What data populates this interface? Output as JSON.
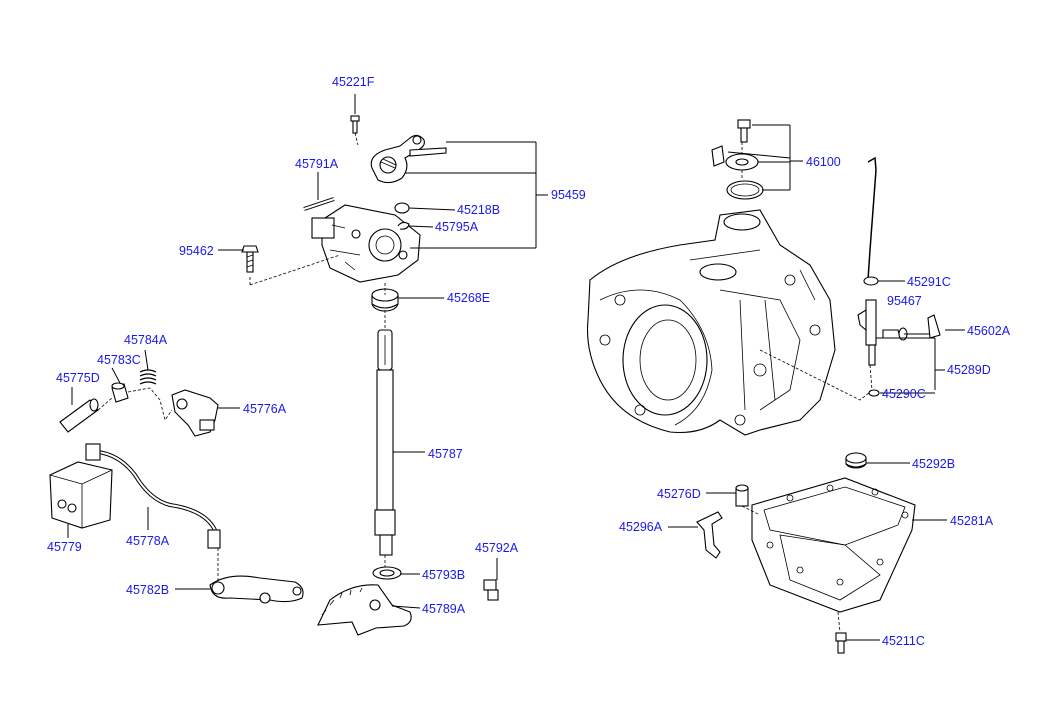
{
  "colors": {
    "label": "#1a1ae6",
    "line": "#000000",
    "background": "#ffffff"
  },
  "parts": {
    "p45221F": "45221F",
    "p45791A": "45791A",
    "p95459": "95459",
    "p45218B": "45218B",
    "p45795A": "45795A",
    "p95462": "95462",
    "p45268E": "45268E",
    "p45784A": "45784A",
    "p45783C": "45783C",
    "p45775D": "45775D",
    "p45776A": "45776A",
    "p45787": "45787",
    "p45779": "45779",
    "p45778A": "45778A",
    "p45782B": "45782B",
    "p45793B": "45793B",
    "p45792A": "45792A",
    "p45789A": "45789A",
    "p46100": "46100",
    "p45291C": "45291C",
    "p95467": "95467",
    "p45602A": "45602A",
    "p45289D": "45289D",
    "p45290C": "45290C",
    "p45292B": "45292B",
    "p45276D": "45276D",
    "p45281A": "45281A",
    "p45296A": "45296A",
    "p45211C": "45211C"
  }
}
